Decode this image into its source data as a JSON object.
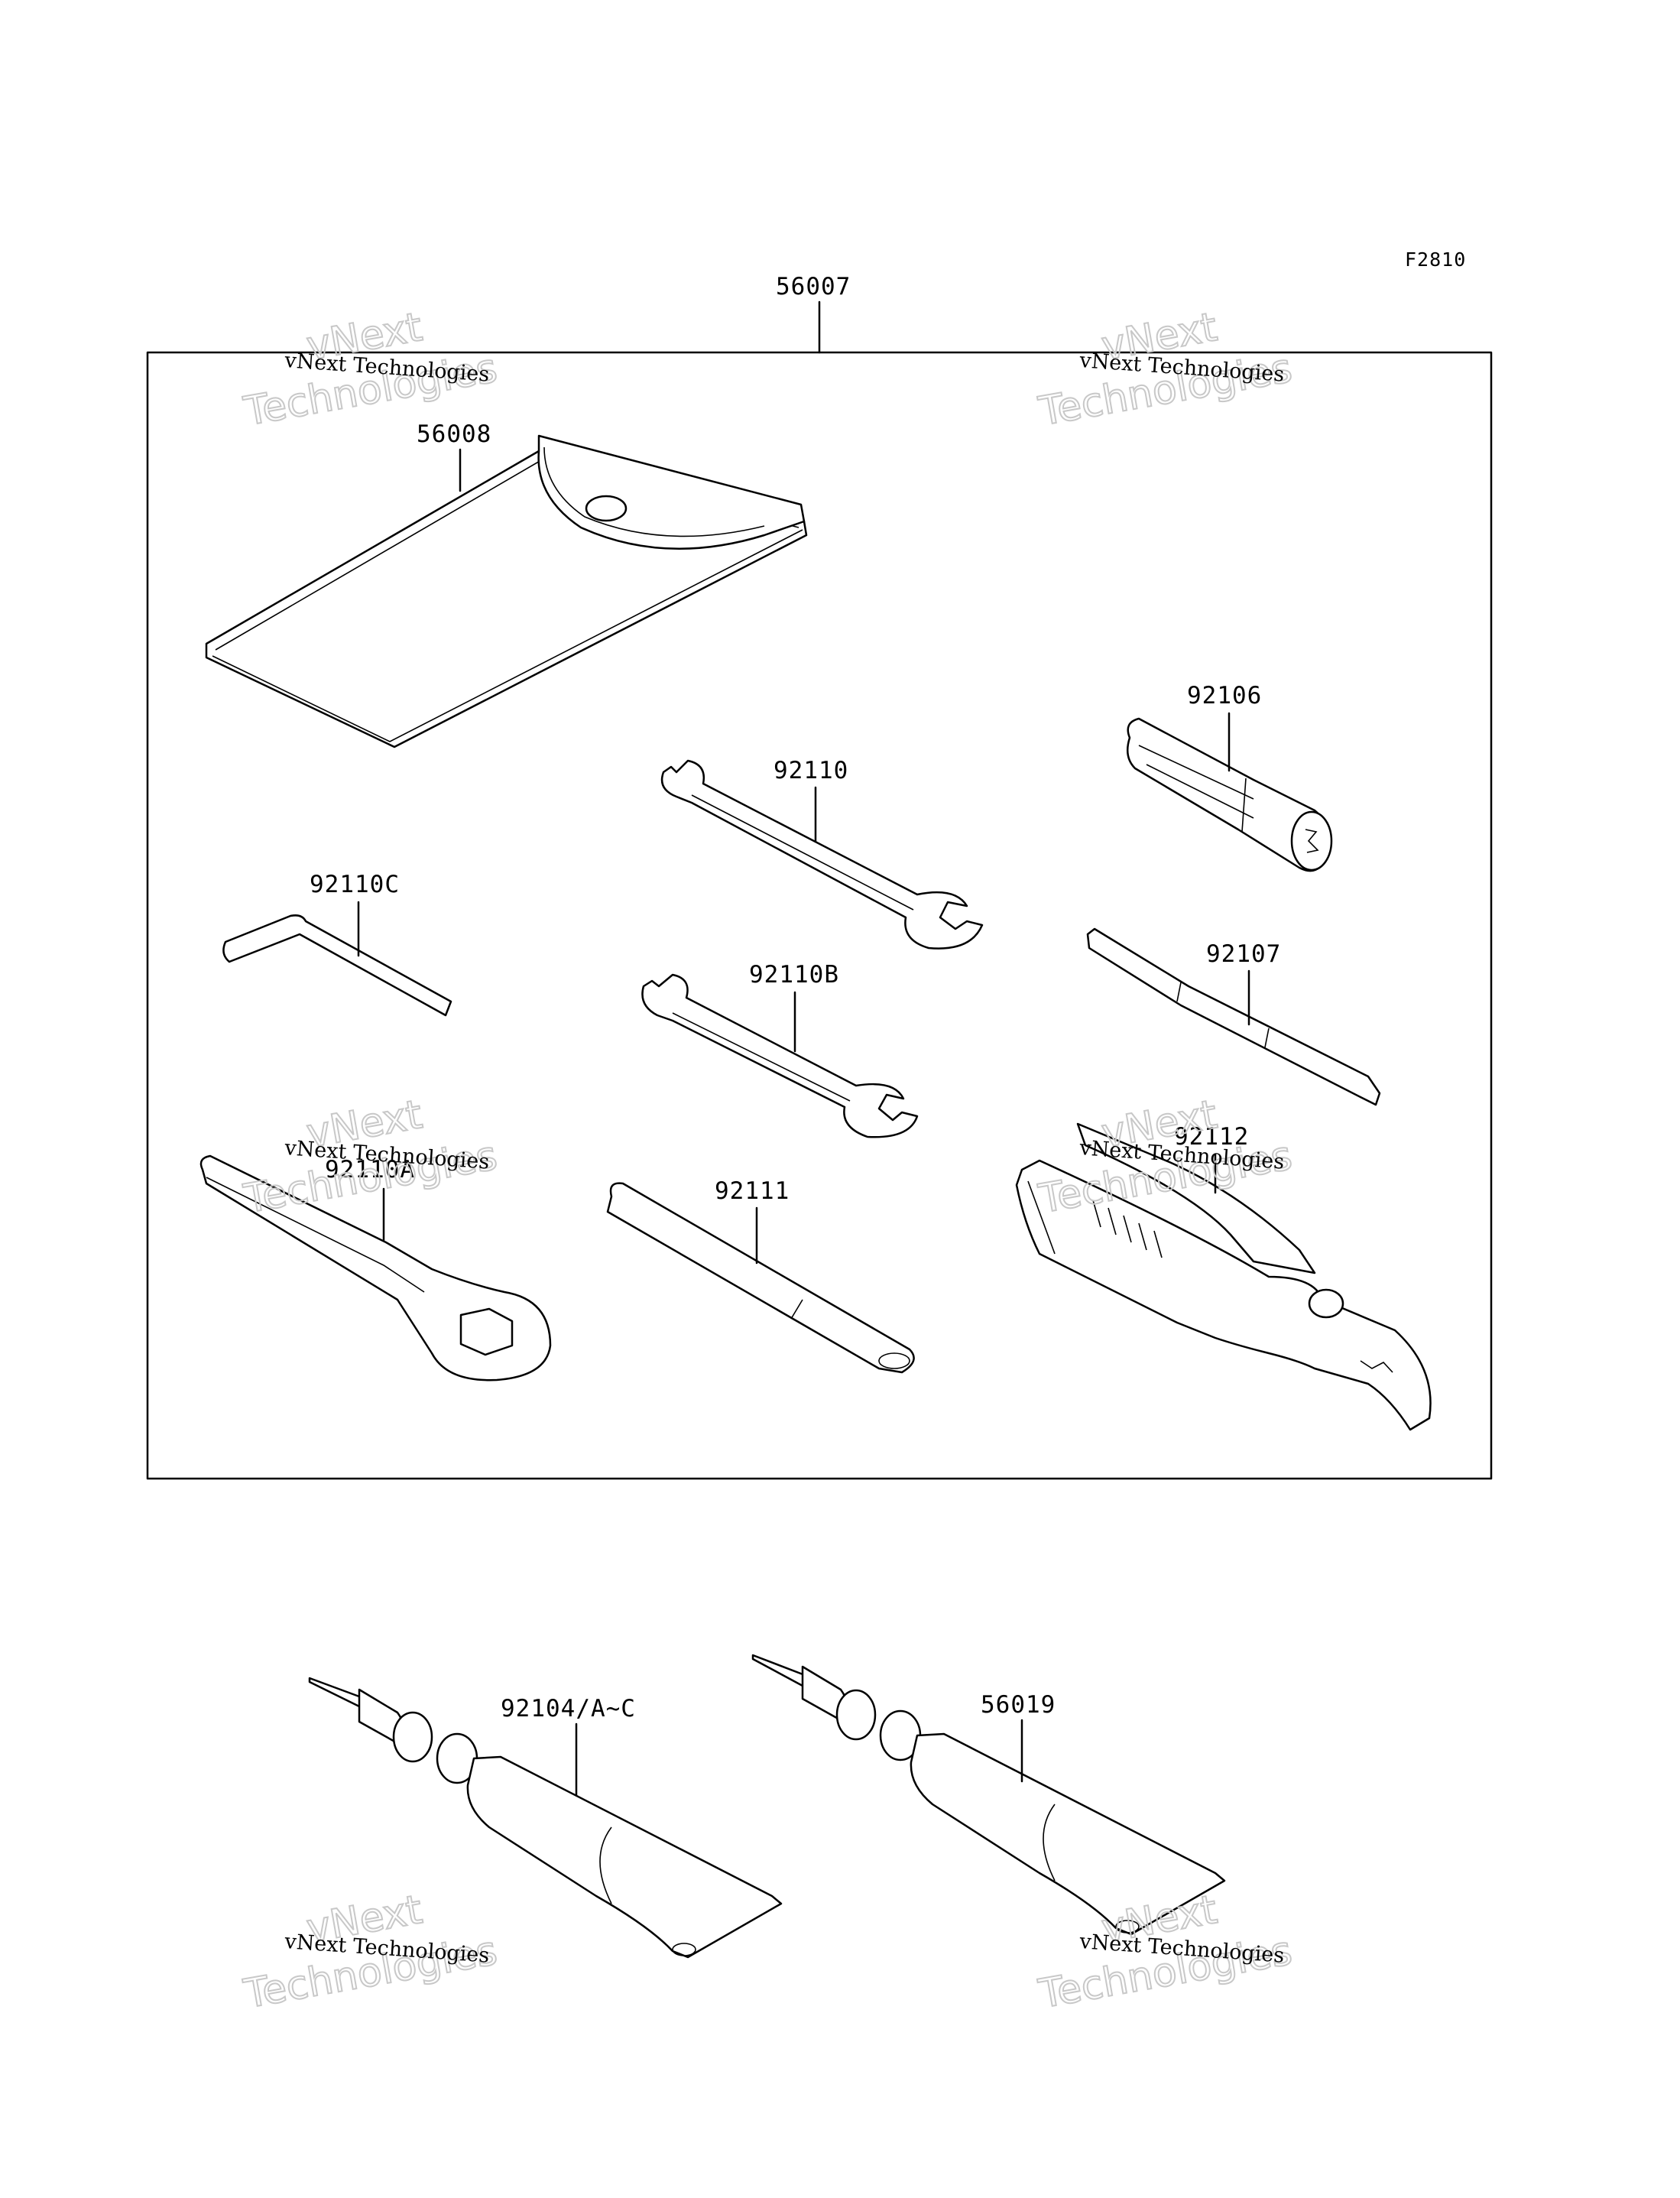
{
  "figure_code": "F2810",
  "parts": {
    "kit": "56007",
    "tool_bag": "56008",
    "screwdriver_grip": "92106",
    "wrench_92110": "92110",
    "hex_key": "92110C",
    "screwdriver": "92107",
    "wrench_92110b": "92110B",
    "pliers": "92112",
    "box_wrench": "92110A",
    "extension": "92111",
    "grease_tube_1": "92104/A~C",
    "grease_tube_2": "56019"
  },
  "watermark": {
    "small": "vNext Technologies",
    "big_line1": "vNext",
    "big_line2": "Technologies"
  }
}
